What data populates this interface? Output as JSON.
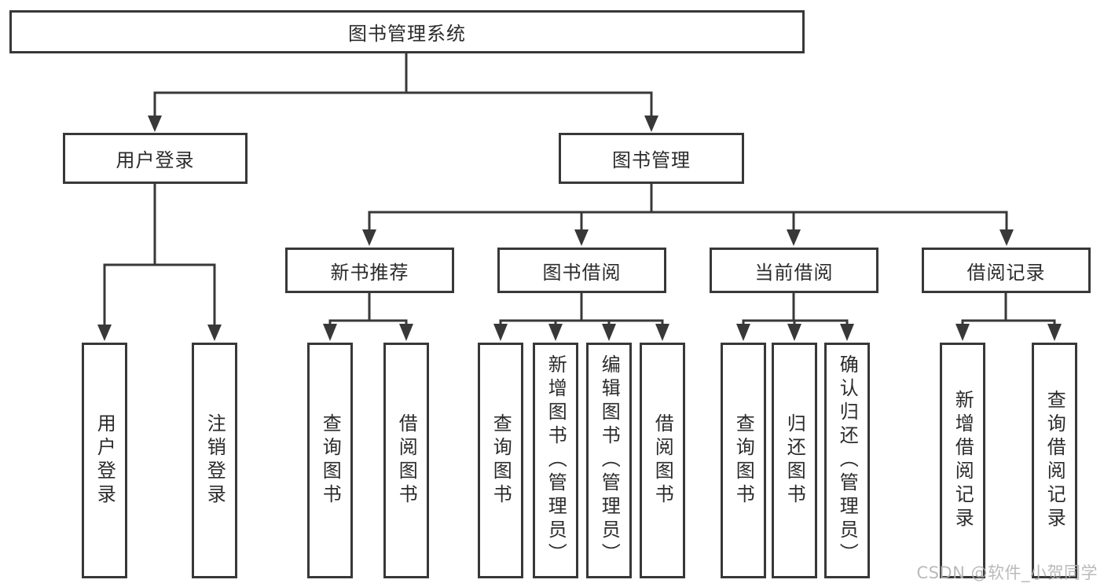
{
  "tree": {
    "label": "图书管理系统",
    "children": [
      {
        "label": "用户登录",
        "children": [
          {
            "label": "用户登录"
          },
          {
            "label": "注销登录"
          }
        ]
      },
      {
        "label": "图书管理",
        "children": [
          {
            "label": "新书推荐",
            "children": [
              {
                "label": "查询图书"
              },
              {
                "label": "借阅图书"
              }
            ]
          },
          {
            "label": "图书借阅",
            "children": [
              {
                "label": "查询图书"
              },
              {
                "label": "新增图书（管理员）"
              },
              {
                "label": "编辑图书（管理员）"
              },
              {
                "label": "借阅图书"
              }
            ]
          },
          {
            "label": "当前借阅",
            "children": [
              {
                "label": "查询图书"
              },
              {
                "label": "归还图书"
              },
              {
                "label": "确认归还（管理员）"
              }
            ]
          },
          {
            "label": "借阅记录",
            "children": [
              {
                "label": "新增借阅记录"
              },
              {
                "label": "查询借阅记录"
              }
            ]
          }
        ]
      }
    ]
  },
  "watermark": "CSDN @软件_小贺同学",
  "colors": {
    "line": "#383838",
    "text": "#2b2b2b",
    "watermark": "#b3b3b3",
    "background": "#ffffff"
  }
}
